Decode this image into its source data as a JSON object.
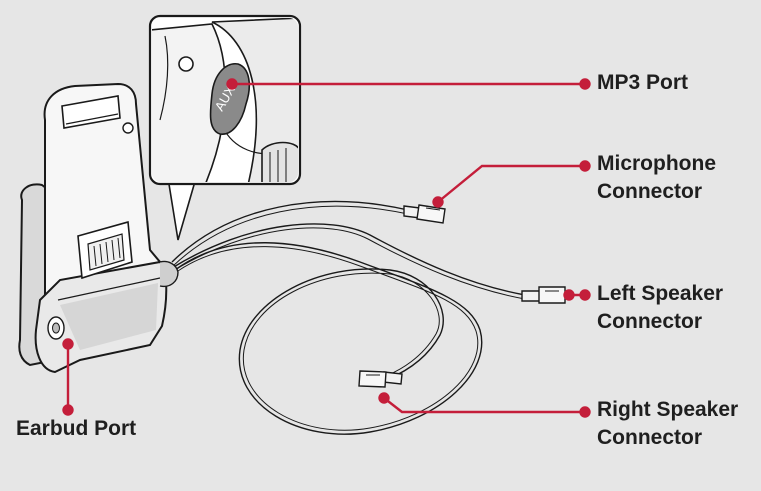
{
  "labels": {
    "mp3_port": "MP3 Port",
    "microphone_connector": [
      "Microphone",
      "Connector"
    ],
    "left_speaker_connector": [
      "Left Speaker",
      "Connector"
    ],
    "right_speaker_connector": [
      "Right Speaker",
      "Connector"
    ],
    "earbud_port": "Earbud Port"
  },
  "port_marking": "AUX",
  "colors": {
    "background": "#e6e6e6",
    "leader_line": "#c41e3a",
    "outline": "#1a1a1a",
    "device_fill": "#f7f7f7",
    "device_shade": "#d9d9d9"
  }
}
